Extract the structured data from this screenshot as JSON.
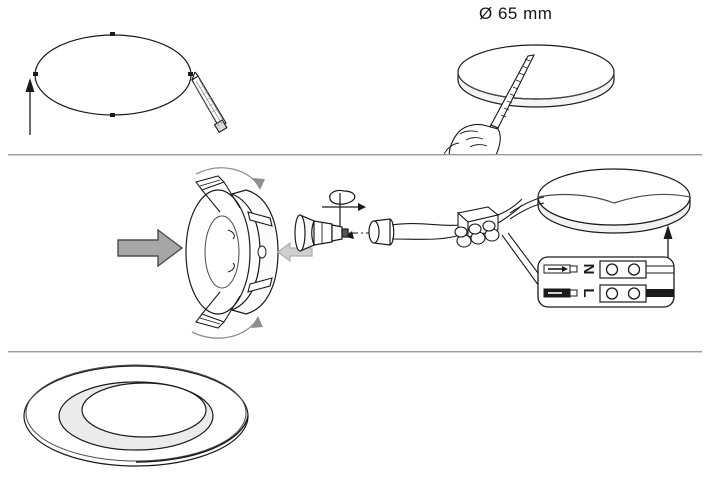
{
  "document": {
    "title": "Recessed downlight installation instructions",
    "type": "technical-illustration",
    "page_background": "#ffffff",
    "line_color": "#1a1a1a",
    "panel_divider_color": "#9b9b9b"
  },
  "labels": {
    "hole_diameter": "Ø 65 mm",
    "terminal_neutral": "N",
    "terminal_live": "L"
  },
  "colors": {
    "outline": "#1a1a1a",
    "secondary_outline": "#4a4a4a",
    "arrow_dark_fill": "#a6a6a6",
    "arrow_dark_stroke": "#4d4d4d",
    "arrow_light_fill": "#cfcfcf",
    "arrow_light_stroke": "#b0b0b0",
    "shade_fill": "#ebebeb",
    "motion_arrow": "#8f8f8f",
    "divider": "#9b9b9b"
  },
  "panels": [
    {
      "id": "panel-1",
      "step": 1,
      "description": "Mark the ceiling cut-out circle with a pencil, then cut the Ø 65 mm hole with a keyhole saw",
      "figures": [
        {
          "name": "ceiling-marking-circle",
          "description": "Ellipse drawn on ceiling with four registration tick marks",
          "tick_marks": 4
        },
        {
          "name": "pencil",
          "description": "Hatched pencil marking the circle outline"
        },
        {
          "name": "ceiling-direction-arrow",
          "description": "Vertical arrow pointing up to the ceiling"
        },
        {
          "name": "cut-disc",
          "description": "Cut-out ceiling disc with thickness edge"
        },
        {
          "name": "keyhole-saw",
          "description": "Serrated keyhole saw blade cutting the disc"
        },
        {
          "name": "hand",
          "description": "Hand gripping the saw handle"
        }
      ]
    },
    {
      "id": "panel-2",
      "step": 2,
      "description": "Connect the lamp holder wiring to the terminal block and push the spring-clip housing into the ceiling hole",
      "figures": [
        {
          "name": "downlight-housing",
          "description": "Recessed downlight housing ring with two spring clips"
        },
        {
          "name": "push-arrow-dark",
          "description": "Large gray arrow pointing right into the ceiling"
        },
        {
          "name": "push-arrow-light",
          "description": "Small light gray arrow pointing left toward the housing"
        },
        {
          "name": "rotation-arrows",
          "description": "Curved arrows indicating the spring clips fold inward"
        },
        {
          "name": "gu10-lamp",
          "description": "GU10 reflector lamp aligned on a dash-dot centerline"
        },
        {
          "name": "twist-arrow",
          "description": "Twist symbol showing the lamp rotates to lock into the holder"
        },
        {
          "name": "lamp-holder",
          "description": "Cylindrical lamp holder"
        },
        {
          "name": "cable",
          "description": "Two-core supply cable"
        },
        {
          "name": "connector-block",
          "description": "Push-fit connector block joining the lamp cable to mains"
        },
        {
          "name": "ceiling-disc",
          "description": "Ceiling disc with cable routed through the hole"
        },
        {
          "name": "ceiling-up-arrow",
          "description": "Vertical arrow pointing up"
        },
        {
          "name": "terminal-detail",
          "description": "Callout detail of the terminal block showing N and L screw terminals with stripped wires"
        }
      ]
    },
    {
      "id": "panel-3",
      "step": 3,
      "description": "Finished flush-mounted downlight in the ceiling",
      "figures": [
        {
          "name": "installed-downlight",
          "description": "Completed downlight with outer trim ring and shaded inner reflector cone"
        }
      ]
    }
  ]
}
